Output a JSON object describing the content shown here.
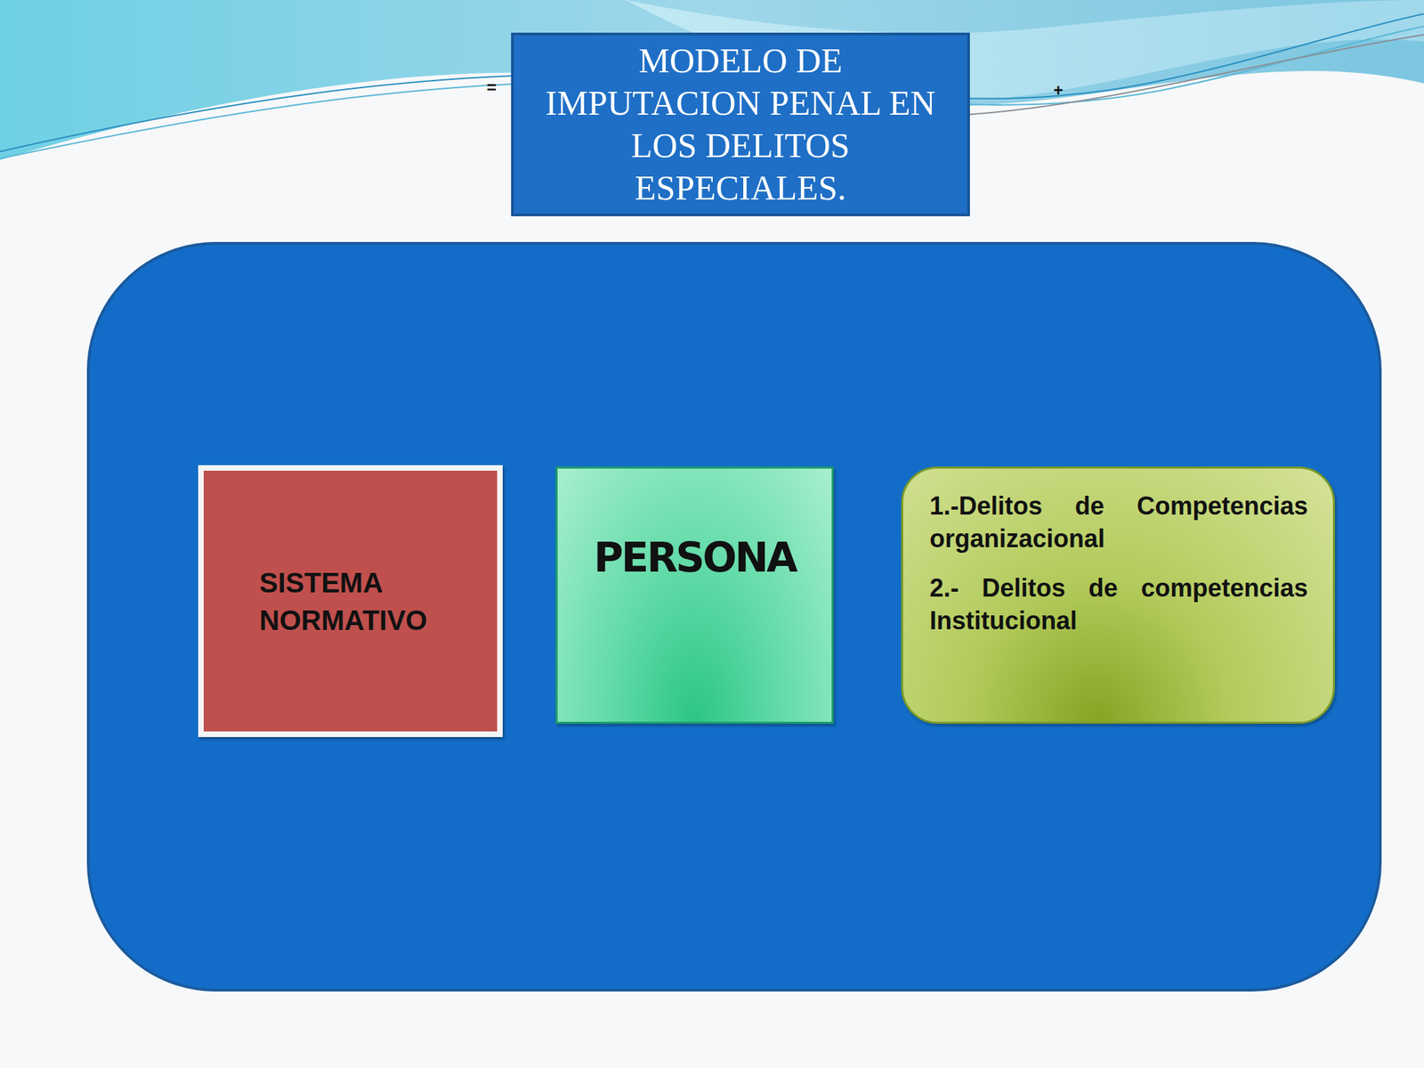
{
  "diagram": {
    "title": "MODELO DE IMPUTACION PENAL EN LOS DELITOS ESPECIALES.",
    "nodes": [
      {
        "text": [
          "SISTEMA NORMATIVO"
        ]
      },
      {
        "text": [
          "PERSONA"
        ]
      },
      {
        "text": [
          "1.-Delitos de Competencias organizacional",
          "2.- Delitos de competencias Institucional"
        ]
      }
    ],
    "labels": [
      "=",
      "+"
    ]
  }
}
